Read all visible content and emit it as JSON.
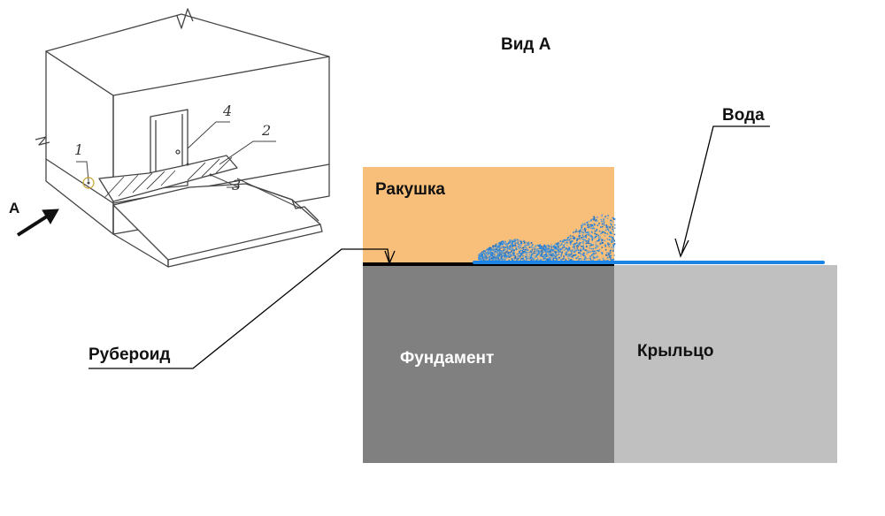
{
  "view_title": "Вид А",
  "labels": {
    "rakushka": "Ракушка",
    "voda": "Вода",
    "ruberoid": "Рубероид",
    "fundament": "Фундамент",
    "krylco": "Крыльцо"
  },
  "sketch": {
    "arrow_label": "А",
    "numbers": [
      "1",
      "2",
      "3",
      "4"
    ]
  },
  "colors": {
    "rakushka_fill": "#f8bf7a",
    "fundament_fill": "#808080",
    "krylco_fill": "#c0c0c0",
    "water": "#1b82e6",
    "ruberoid": "#000000"
  }
}
